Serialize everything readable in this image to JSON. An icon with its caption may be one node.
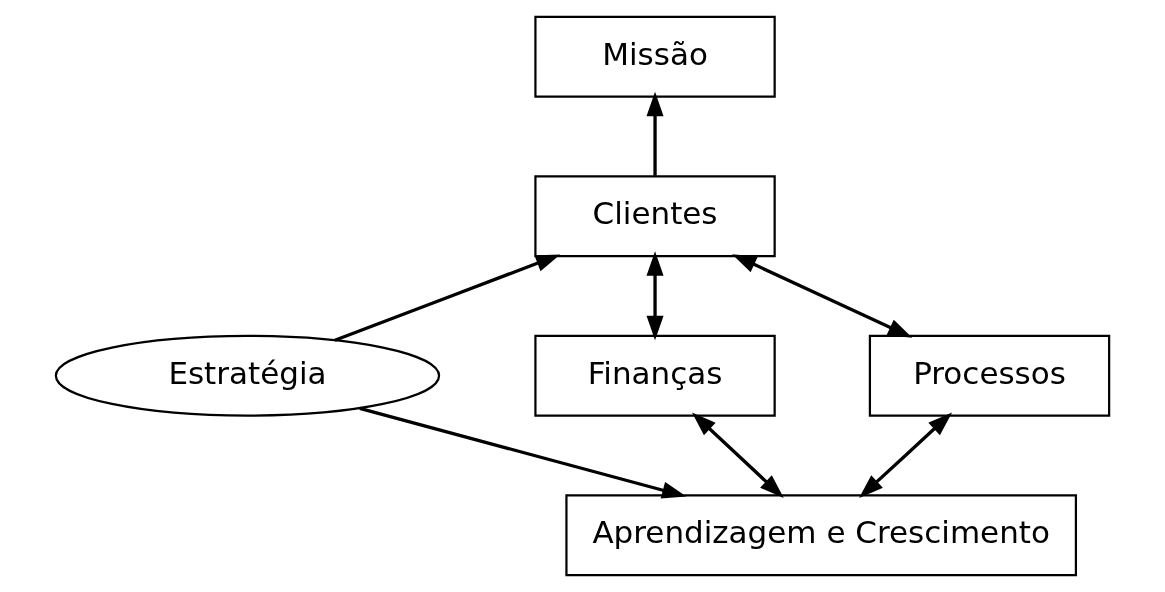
{
  "diagram": {
    "nodes": [
      {
        "text": [
          "Missão"
        ]
      },
      {
        "text": [
          "Clientes"
        ]
      },
      {
        "text": [
          "Finanças"
        ]
      },
      {
        "text": [
          "Estratégia"
        ]
      },
      {
        "text": [
          "Processos"
        ]
      },
      {
        "text": [
          "Aprendizagem e Crescimento"
        ]
      }
    ],
    "edges": [
      {
        "from": 1,
        "to": 0,
        "arrow": "to"
      },
      {
        "from": 2,
        "to": 1,
        "arrow": "both"
      },
      {
        "from": 3,
        "to": 1,
        "arrow": "to"
      },
      {
        "from": 4,
        "to": 1,
        "arrow": "both"
      },
      {
        "from": 5,
        "to": 2,
        "arrow": "both"
      },
      {
        "from": 3,
        "to": 5,
        "arrow": "to"
      },
      {
        "from": 5,
        "to": 4,
        "arrow": "both"
      }
    ]
  }
}
